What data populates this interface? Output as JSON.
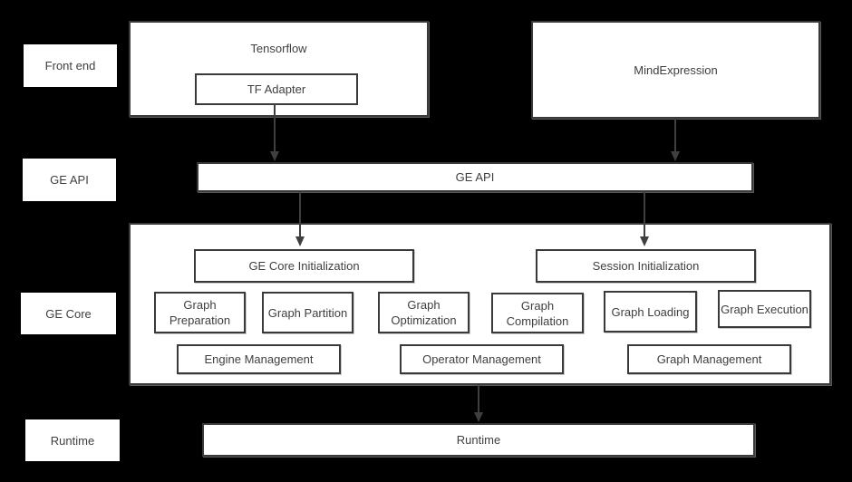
{
  "diagram": {
    "row_labels": {
      "front_end": "Front end",
      "ge_api": "GE API",
      "ge_core": "GE Core",
      "runtime": "Runtime"
    },
    "front_end": {
      "tensorflow_title": "Tensorflow",
      "tf_adapter": "TF Adapter",
      "mind_expression": "MindExpression"
    },
    "ge_api_bar": "GE API",
    "ge_core": {
      "init_boxes": [
        "GE Core Initialization",
        "Session Initialization"
      ],
      "pipeline": [
        "Graph Preparation",
        "Graph Partition",
        "Graph Optimization",
        "Graph Compilation",
        "Graph Loading",
        "Graph Execution"
      ],
      "management": [
        "Engine Management",
        "Operator Management",
        "Graph Management"
      ]
    },
    "runtime_bar": "Runtime",
    "colors": {
      "background": "#000000",
      "box_fill": "#ffffff",
      "box_border": "#3a3a3a",
      "text": "#3f3f3f",
      "arrow": "#3f3f3f"
    }
  }
}
